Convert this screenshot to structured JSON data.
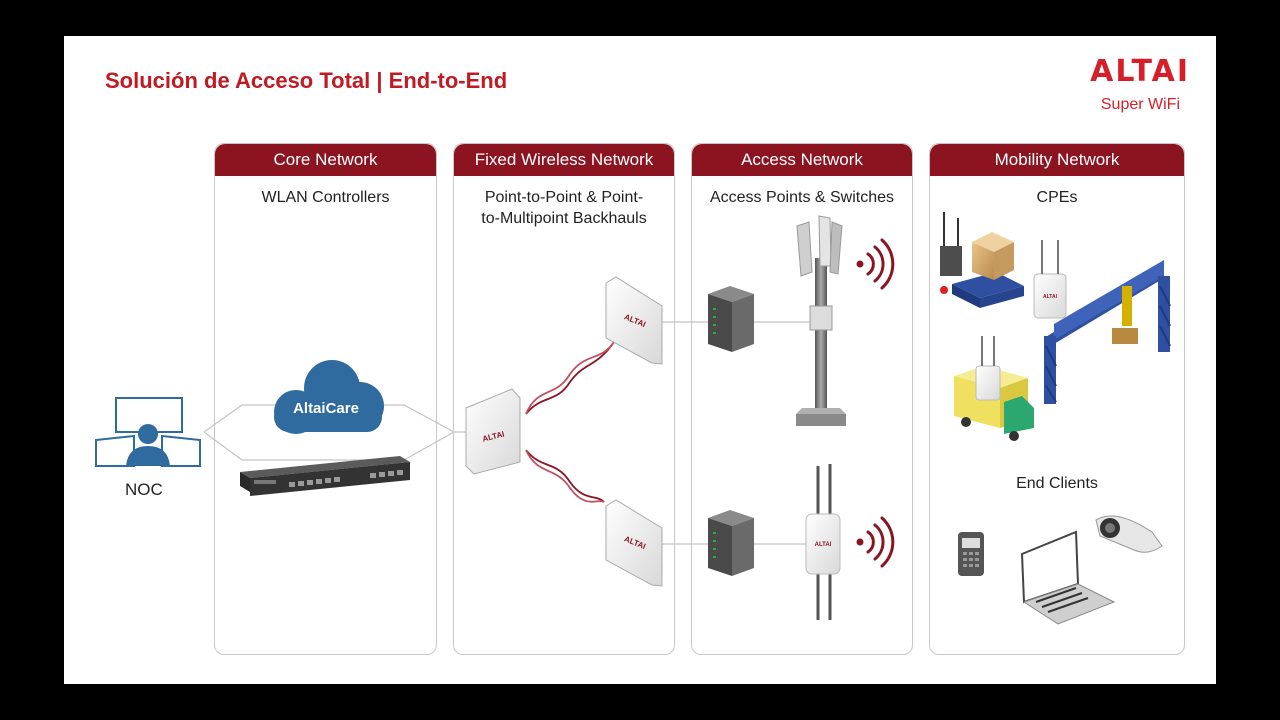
{
  "title": "Solución de Acceso Total | End-to-End",
  "logo": {
    "wordmark": "ALTAI",
    "tagline": "Super WiFi"
  },
  "noc": {
    "label": "NOC"
  },
  "cloud": {
    "label": "AltaiCare"
  },
  "columns": [
    {
      "header": "Core Network",
      "subtitle": "WLAN Controllers"
    },
    {
      "header": "Fixed Wireless Network",
      "subtitle_line1": "Point-to-Point & Point-",
      "subtitle_line2": "to-Multipoint Backhauls"
    },
    {
      "header": "Access Network",
      "subtitle": "Access Points & Switches"
    },
    {
      "header": "Mobility Network",
      "subtitle": "CPEs",
      "end_clients": "End Clients"
    }
  ],
  "device_brand": "ALTAI",
  "colors": {
    "accent": "#c01a23",
    "header_bg": "#8b1420",
    "cloud": "#2f6b9f",
    "noc_blue": "#2f6b9f",
    "crane_blue": "#2f4fa0",
    "signal": "#8b1420"
  }
}
